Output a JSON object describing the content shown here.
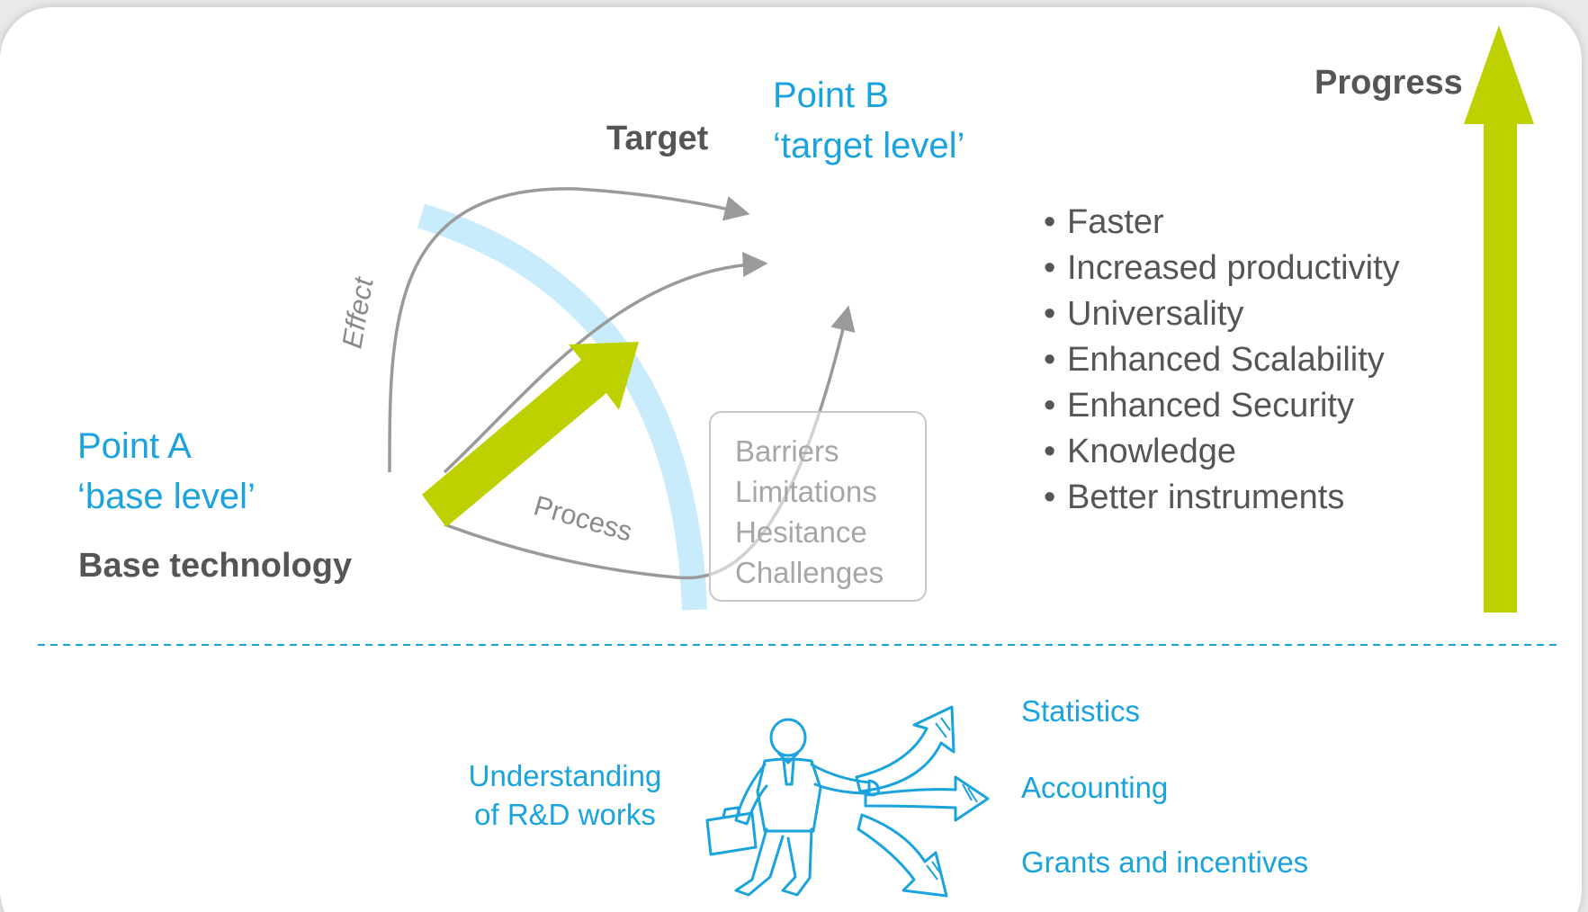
{
  "colors": {
    "accent_blue": "#1aa3dc",
    "light_blue_arc": "#c8ecfb",
    "progress_green": "#bed000",
    "text_dark": "#555555",
    "text_gray": "#a6a6a6",
    "line_gray": "#9a9a9a",
    "divider": "#1aa3dc"
  },
  "point_a": {
    "line1": "Point A",
    "line2": "‘base level’"
  },
  "base_technology": "Base technology",
  "point_b": {
    "line1": "Point B",
    "line2": "‘target level’"
  },
  "target_label": "Target",
  "effect_label": "Effect",
  "process_label": "Process",
  "barriers": [
    "Barriers",
    "Limitations",
    "Hesitance",
    "Challenges"
  ],
  "progress_label": "Progress",
  "benefits": [
    "Faster",
    "Increased productivity",
    "Universality",
    "Enhanced Scalability",
    "Enhanced Security",
    "Knowledge",
    "Better instruments"
  ],
  "bullet_char": "•",
  "understanding": {
    "line1": "Understanding",
    "line2": "of R&D works"
  },
  "outcomes": [
    "Statistics",
    "Accounting",
    "Grants and incentives"
  ],
  "icons": {
    "person": "businessman-with-briefcase-icon",
    "arrows": "three-direction-arrows-icon"
  }
}
